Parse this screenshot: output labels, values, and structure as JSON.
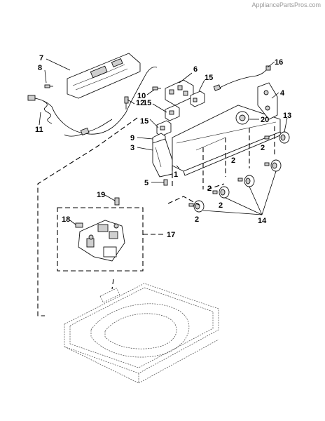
{
  "watermark": "AppliancePartsPros.com",
  "callouts": {
    "c1": "1",
    "c2a": "2",
    "c2b": "2",
    "c2c": "2",
    "c2d": "2",
    "c2e": "2",
    "c3": "3",
    "c4": "4",
    "c5": "5",
    "c6": "6",
    "c7": "7",
    "c8": "8",
    "c9": "9",
    "c10": "10",
    "c11": "11",
    "c12": "12",
    "c13": "13",
    "c14": "14",
    "c15a": "15",
    "c15b": "15",
    "c15c": "15",
    "c16": "16",
    "c17": "17",
    "c18": "18",
    "c19": "19",
    "c20": "20"
  }
}
